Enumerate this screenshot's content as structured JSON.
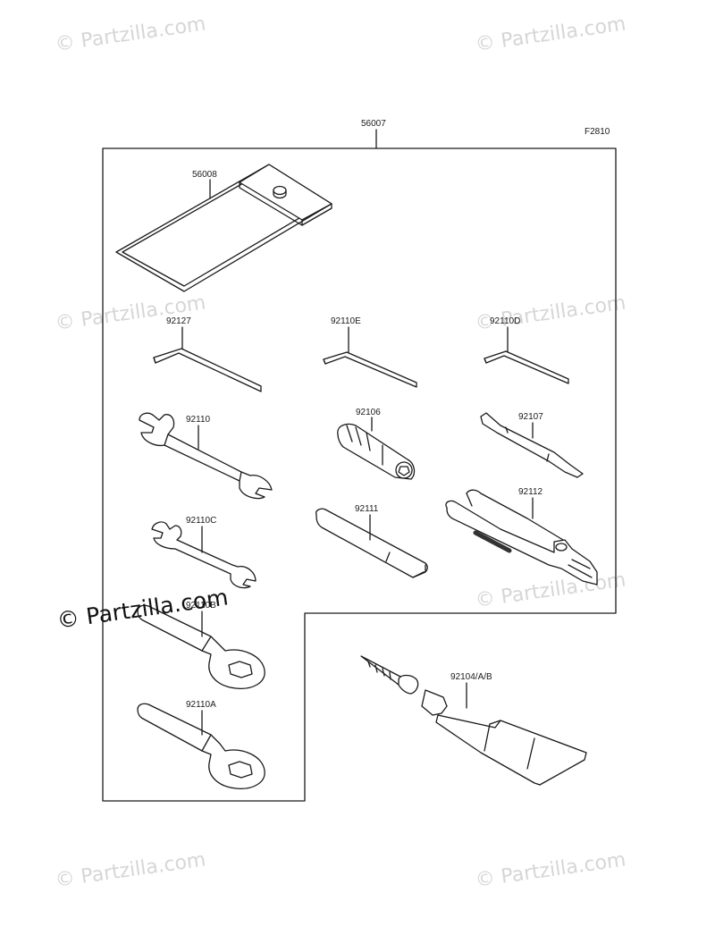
{
  "diagram": {
    "ref_code": "F2810",
    "assembly_part": "56007",
    "parts": {
      "tool_bag": "56008",
      "hex_wrench_large": "92127",
      "hex_wrench_medium": "92110E",
      "hex_wrench_small": "92110D",
      "open_end_wrench_large": "92110",
      "socket_adapter": "92106",
      "screwdriver_bit": "92107",
      "open_end_wrench_small": "92110C",
      "extension_bar": "92111",
      "pliers": "92112",
      "box_wrench_b": "92110B",
      "box_wrench_a": "92110A",
      "tire_repair_kit": "92104/A/B"
    }
  },
  "watermarks": {
    "text": "© Partzilla.com",
    "main_text": "© Partzilla.com"
  }
}
